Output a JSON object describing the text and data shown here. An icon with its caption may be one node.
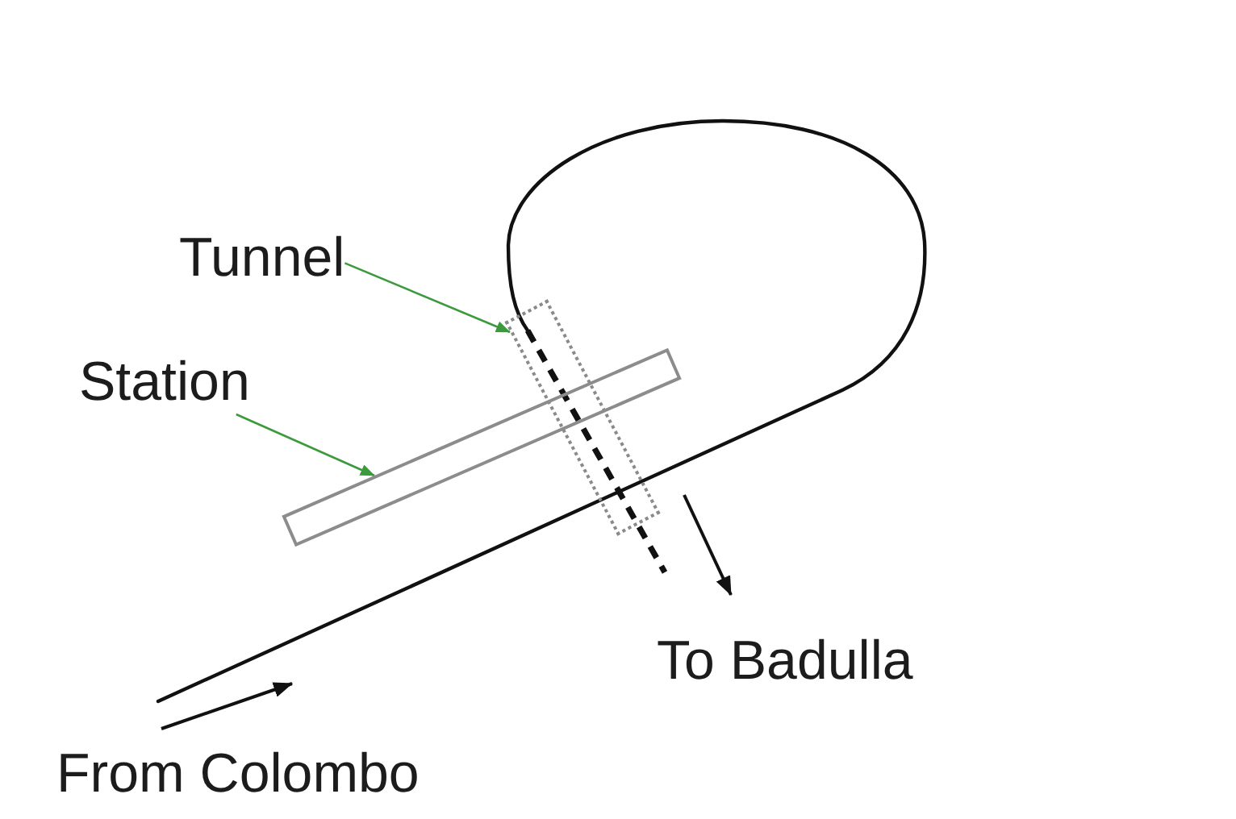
{
  "diagram": {
    "nodes": [
      {
        "text": [
          "Tunnel"
        ]
      },
      {
        "text": [],
        "shape": "box"
      },
      {
        "text": [
          "Station"
        ]
      },
      {
        "text": [],
        "shape": "box"
      }
    ],
    "edges": [
      {
        "from": 0,
        "to": 1,
        "arrow": "to",
        "color": "#3c9a3c"
      },
      {
        "from": 2,
        "to": 3,
        "arrow": "to",
        "color": "#3c9a3c"
      }
    ],
    "labels": [
      "To Badulla",
      "From Colombo"
    ]
  }
}
